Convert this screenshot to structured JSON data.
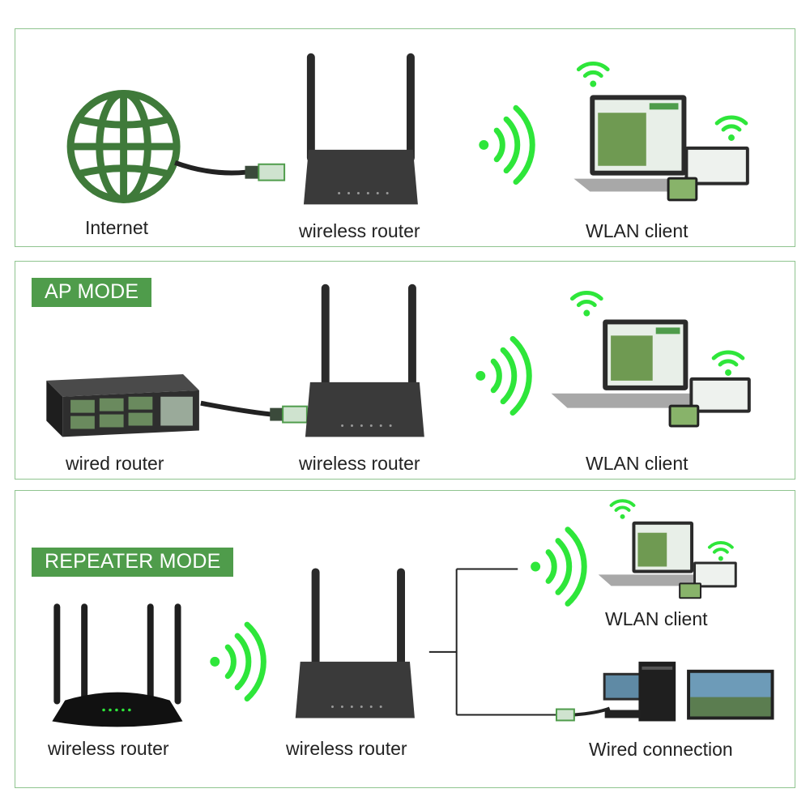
{
  "panel1": {
    "labels": {
      "internet": "Internet",
      "router": "wireless router",
      "client": "WLAN client"
    }
  },
  "panel2": {
    "mode": "AP MODE",
    "labels": {
      "wired": "wired router",
      "router": "wireless router",
      "client": "WLAN client"
    }
  },
  "panel3": {
    "mode": "REPEATER MODE",
    "labels": {
      "source": "wireless router",
      "router": "wireless router",
      "client": "WLAN client",
      "wired": "Wired connection"
    }
  },
  "colors": {
    "accent": "#4f9c4b",
    "wifi": "#2ee63a",
    "globe": "#3f7a3a",
    "router": "#333333"
  }
}
